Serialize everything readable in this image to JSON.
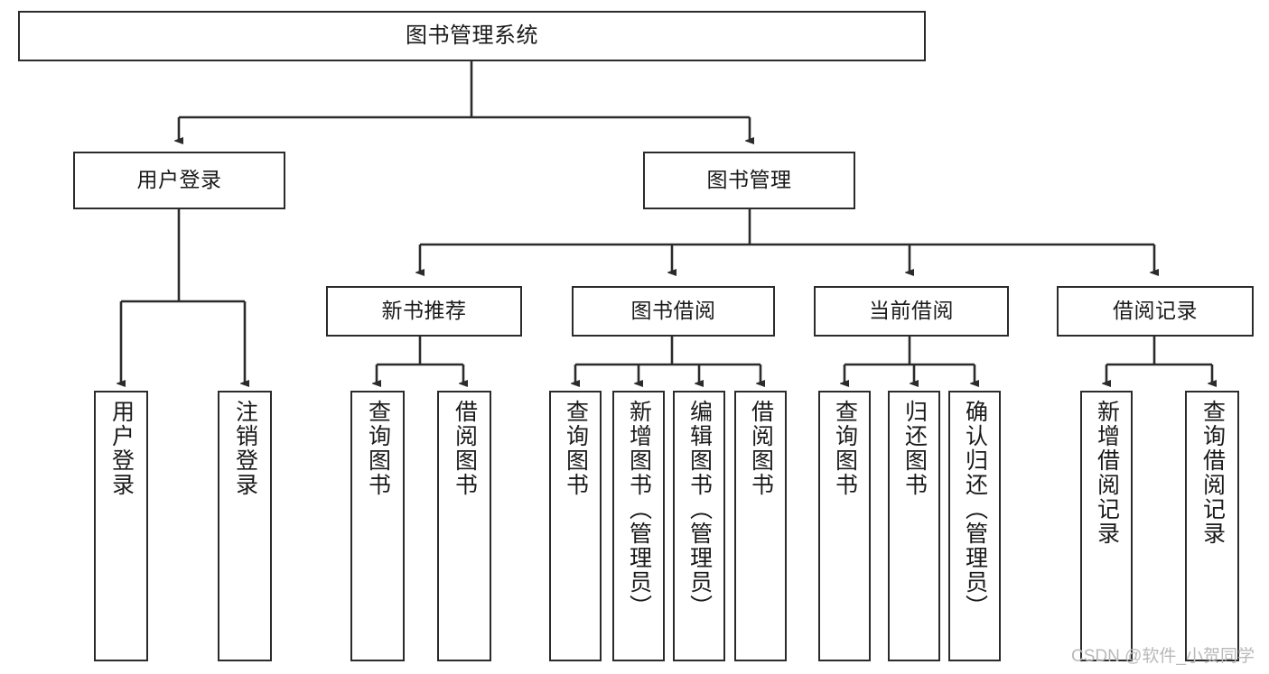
{
  "diagram": {
    "type": "hierarchy-tree",
    "title": "图书管理系统",
    "watermark": "CSDN @软件_小贺同学",
    "colors": {
      "box_border": "#2b2b2b",
      "background": "#ffffff",
      "connector": "#2b2b2b",
      "text": "#1a1a1a",
      "watermark": "#b9b9b9"
    },
    "levels": {
      "root": {
        "label": "图书管理系统"
      },
      "level2": [
        {
          "label": "用户登录"
        },
        {
          "label": "图书管理"
        }
      ],
      "level3": [
        {
          "label": "新书推荐"
        },
        {
          "label": "图书借阅"
        },
        {
          "label": "当前借阅"
        },
        {
          "label": "借阅记录"
        }
      ],
      "leaves": {
        "user_login": [
          {
            "label": "用户登录"
          },
          {
            "label": "注销登录"
          }
        ],
        "new_book_recommend": [
          {
            "label": "查询图书"
          },
          {
            "label": "借阅图书"
          }
        ],
        "book_borrow": [
          {
            "label": "查询图书"
          },
          {
            "label": "新增图书（管理员）"
          },
          {
            "label": "编辑图书（管理员）"
          },
          {
            "label": "借阅图书"
          }
        ],
        "current_borrow": [
          {
            "label": "查询图书"
          },
          {
            "label": "归还图书"
          },
          {
            "label": "确认归还（管理员）"
          }
        ],
        "borrow_record": [
          {
            "label": "新增借阅记录"
          },
          {
            "label": "查询借阅记录"
          }
        ]
      }
    }
  }
}
